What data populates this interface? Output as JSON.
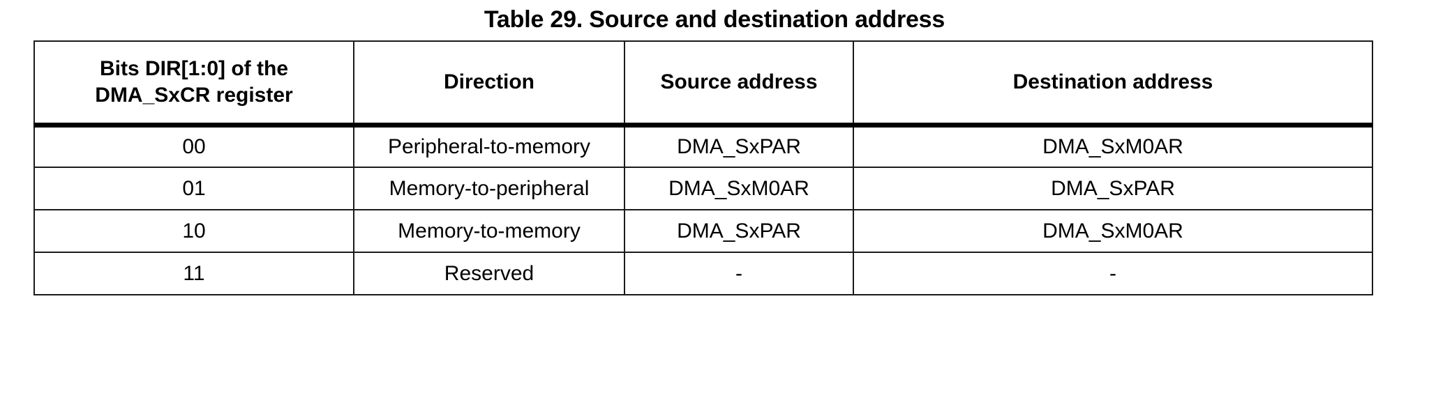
{
  "caption": "Table 29. Source and destination address",
  "table": {
    "headers": [
      {
        "lines": [
          "Bits DIR[1:0] of the",
          "DMA_SxCR register"
        ]
      },
      {
        "lines": [
          "Direction"
        ]
      },
      {
        "lines": [
          "Source address"
        ]
      },
      {
        "lines": [
          "Destination address"
        ]
      }
    ],
    "rows": [
      {
        "bits": "00",
        "direction": "Peripheral-to-memory",
        "source": "DMA_SxPAR",
        "destination": "DMA_SxM0AR"
      },
      {
        "bits": "01",
        "direction": "Memory-to-peripheral",
        "source": "DMA_SxM0AR",
        "destination": "DMA_SxPAR"
      },
      {
        "bits": "10",
        "direction": "Memory-to-memory",
        "source": "DMA_SxPAR",
        "destination": "DMA_SxM0AR"
      },
      {
        "bits": "11",
        "direction": "Reserved",
        "source": "-",
        "destination": "-"
      }
    ]
  },
  "colors": {
    "text": "#000000",
    "border": "#1a1a1a",
    "header_rule": "#000000",
    "background": "#ffffff"
  }
}
